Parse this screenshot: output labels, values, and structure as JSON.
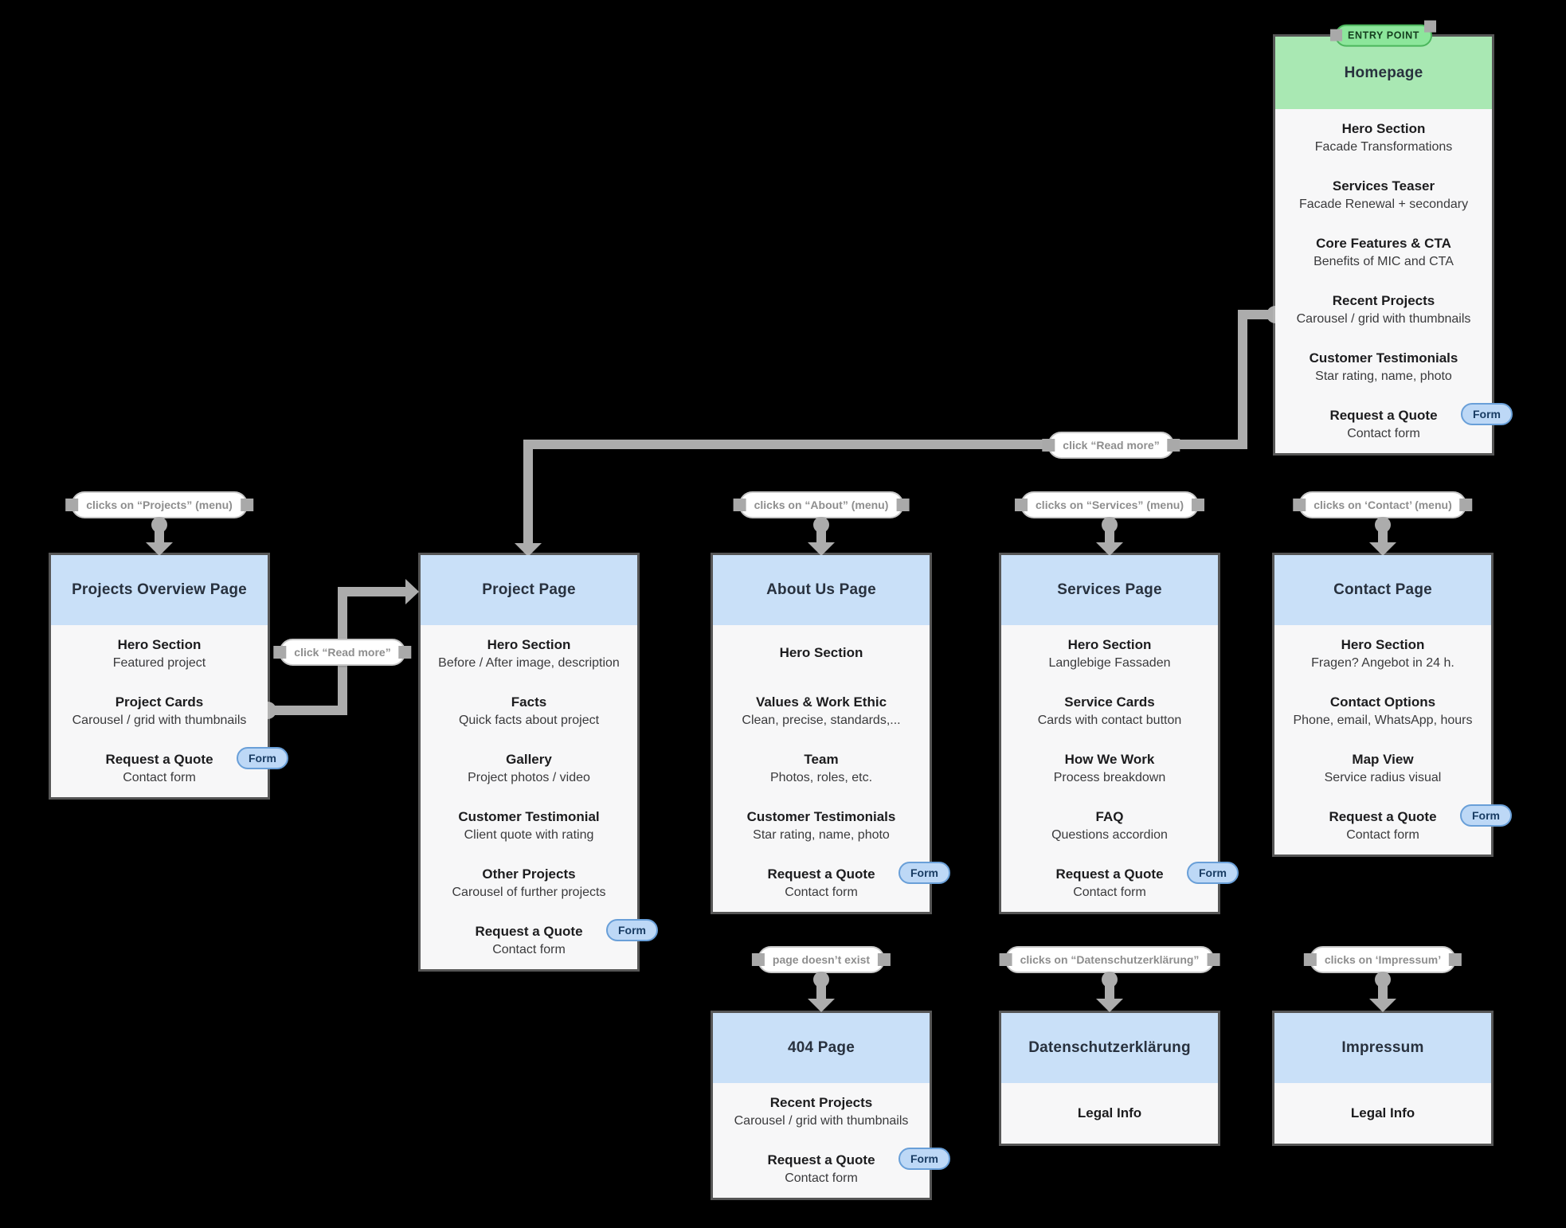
{
  "diagram": {
    "badges": {
      "entry_point": "ENTRY POINT",
      "form": "Form"
    },
    "labels": {
      "read_more_home": "click “Read more”",
      "read_more_overview": "click “Read more”"
    },
    "cards": {
      "homepage": {
        "title": "Homepage",
        "sections": [
          {
            "heading": "Hero Section",
            "detail": "Facade Transformations"
          },
          {
            "heading": "Services Teaser",
            "detail": "Facade Renewal + secondary"
          },
          {
            "heading": "Core Features & CTA",
            "detail": "Benefits of MIC and CTA"
          },
          {
            "heading": "Recent Projects",
            "detail": "Carousel / grid with thumbnails"
          },
          {
            "heading": "Customer Testimonials",
            "detail": "Star rating, name, photo"
          },
          {
            "heading": "Request a Quote",
            "detail": "Contact form"
          }
        ]
      },
      "overview": {
        "title": "Projects Overview Page",
        "pill": "clicks on “Projects” (menu)",
        "sections": [
          {
            "heading": "Hero Section",
            "detail": "Featured project"
          },
          {
            "heading": "Project Cards",
            "detail": "Carousel / grid with thumbnails"
          },
          {
            "heading": "Request a Quote",
            "detail": "Contact form"
          }
        ]
      },
      "project": {
        "title": "Project Page",
        "sections": [
          {
            "heading": "Hero Section",
            "detail": "Before / After image, description"
          },
          {
            "heading": "Facts",
            "detail": "Quick facts about project"
          },
          {
            "heading": "Gallery",
            "detail": "Project photos / video"
          },
          {
            "heading": "Customer Testimonial",
            "detail": "Client quote with rating"
          },
          {
            "heading": "Other Projects",
            "detail": "Carousel of further projects"
          },
          {
            "heading": "Request a Quote",
            "detail": "Contact form"
          }
        ]
      },
      "about": {
        "title": "About Us Page",
        "pill": "clicks on “About” (menu)",
        "sections": [
          {
            "heading": "Hero Section",
            "detail": ""
          },
          {
            "heading": "Values & Work Ethic",
            "detail": "Clean, precise, standards,..."
          },
          {
            "heading": "Team",
            "detail": "Photos, roles, etc."
          },
          {
            "heading": "Customer Testimonials",
            "detail": "Star rating, name, photo"
          },
          {
            "heading": "Request a Quote",
            "detail": "Contact form"
          }
        ]
      },
      "services": {
        "title": "Services Page",
        "pill": "clicks on “Services” (menu)",
        "sections": [
          {
            "heading": "Hero Section",
            "detail": "Langlebige Fassaden"
          },
          {
            "heading": "Service Cards",
            "detail": "Cards with contact button"
          },
          {
            "heading": "How We Work",
            "detail": "Process breakdown"
          },
          {
            "heading": "FAQ",
            "detail": "Questions accordion"
          },
          {
            "heading": "Request a Quote",
            "detail": "Contact form"
          }
        ]
      },
      "contact": {
        "title": "Contact Page",
        "pill": "clicks on ‘Contact’ (menu)",
        "sections": [
          {
            "heading": "Hero Section",
            "detail": "Fragen? Angebot in 24 h."
          },
          {
            "heading": "Contact Options",
            "detail": "Phone, email, WhatsApp, hours"
          },
          {
            "heading": "Map View",
            "detail": "Service radius visual"
          },
          {
            "heading": "Request a Quote",
            "detail": "Contact form"
          }
        ]
      },
      "p404": {
        "title": "404 Page",
        "pill": "page doesn’t exist",
        "sections": [
          {
            "heading": "Recent Projects",
            "detail": "Carousel / grid with thumbnails"
          },
          {
            "heading": "Request a Quote",
            "detail": "Contact form"
          }
        ]
      },
      "datenschutz": {
        "title": "Datenschutzerklärung",
        "pill": "clicks on “Datenschutzerklärung”",
        "sections": [
          {
            "heading": "Legal Info",
            "detail": ""
          }
        ]
      },
      "impressum": {
        "title": "Impressum",
        "pill": "clicks on ‘Impressum’",
        "sections": [
          {
            "heading": "Legal Info",
            "detail": ""
          }
        ]
      }
    }
  }
}
